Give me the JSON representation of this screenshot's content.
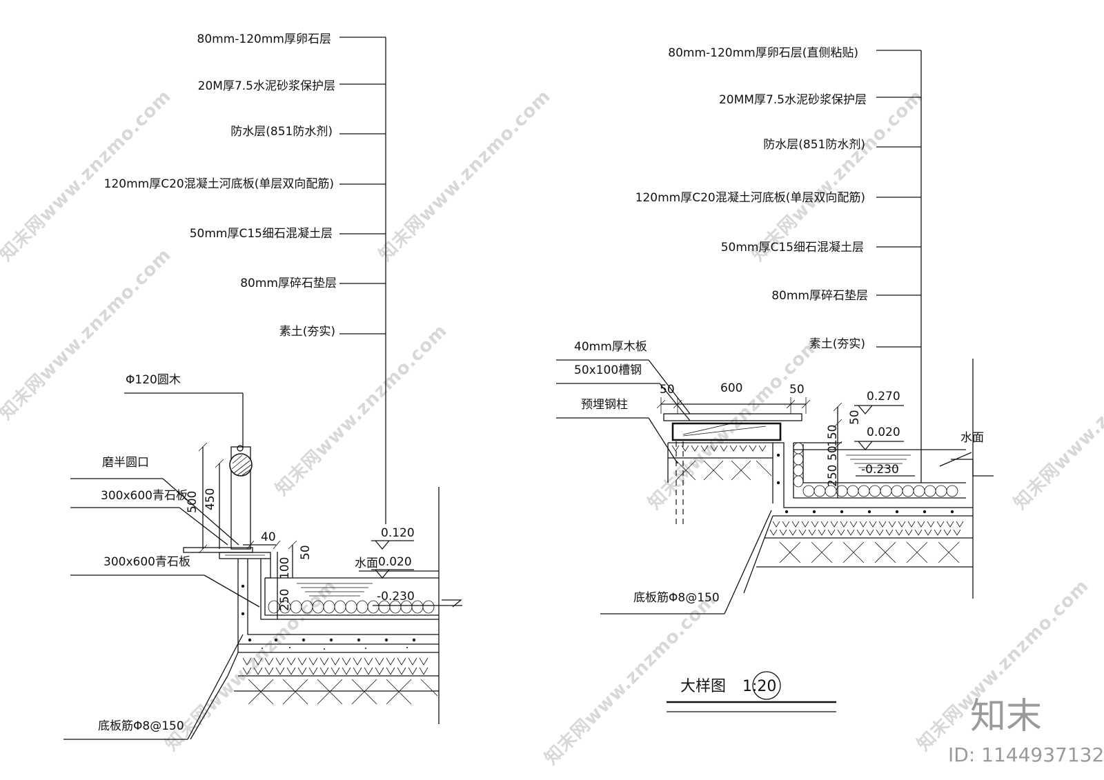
{
  "left_detail": {
    "layers": [
      "80mm-120mm厚卵石层",
      "20M厚7.5水泥砂浆保护层",
      "防水层(851防水剂)",
      "120mm厚C20混凝土河底板(单层双向配筋)",
      "50mm厚C15细石混凝土层",
      "80mm厚碎石垫层",
      "素土(夯实)"
    ],
    "callouts": [
      "Φ120圆木",
      "磨半圆口",
      "300x600青石板",
      "300x600青石板",
      "底板筋Φ8@150"
    ],
    "dims": [
      "500",
      "450",
      "40",
      "50",
      "100",
      "250"
    ],
    "levels": [
      "0.120",
      "0.020",
      "-0.230"
    ],
    "water_label": "水面"
  },
  "right_detail": {
    "layers": [
      "80mm-120mm厚卵石层(直侧粘贴)",
      "20MM厚7.5水泥砂浆保护层",
      "防水层(851防水剂)",
      "120mm厚C20混凝土河底板(单层双向配筋)",
      "50mm厚C15细石混凝土层",
      "80mm厚碎石垫层",
      "素土(夯实)"
    ],
    "callouts": [
      "40mm厚木板",
      "50x100槽钢",
      "预埋钢柱",
      "底板筋Φ8@150"
    ],
    "dims": [
      "50",
      "600",
      "50",
      "50",
      "150",
      "50",
      "250"
    ],
    "levels": [
      "0.270",
      "0.020",
      "-0.230"
    ],
    "water_label": "水面"
  },
  "title_block": {
    "title": "大样图",
    "scale": "1:20"
  },
  "watermark": {
    "text": "知末网www.znzmo.com",
    "logo": "知末",
    "id": "ID: 1144937132"
  }
}
